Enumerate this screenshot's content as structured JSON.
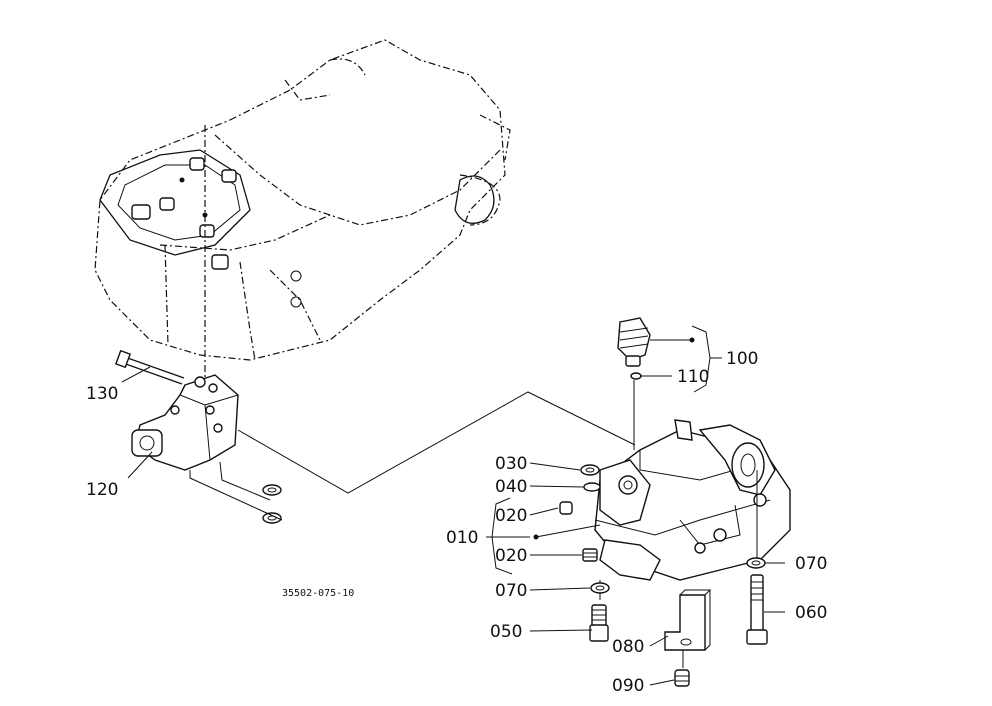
{
  "figure_code": "35502-075-10",
  "callouts": {
    "p010": "010",
    "p020a": "020",
    "p020b": "020",
    "p030": "030",
    "p040": "040",
    "p050": "050",
    "p060": "060",
    "p070a": "070",
    "p070b": "070",
    "p080": "080",
    "p090": "090",
    "p100": "100",
    "p110": "110",
    "p120": "120",
    "p130": "130"
  }
}
